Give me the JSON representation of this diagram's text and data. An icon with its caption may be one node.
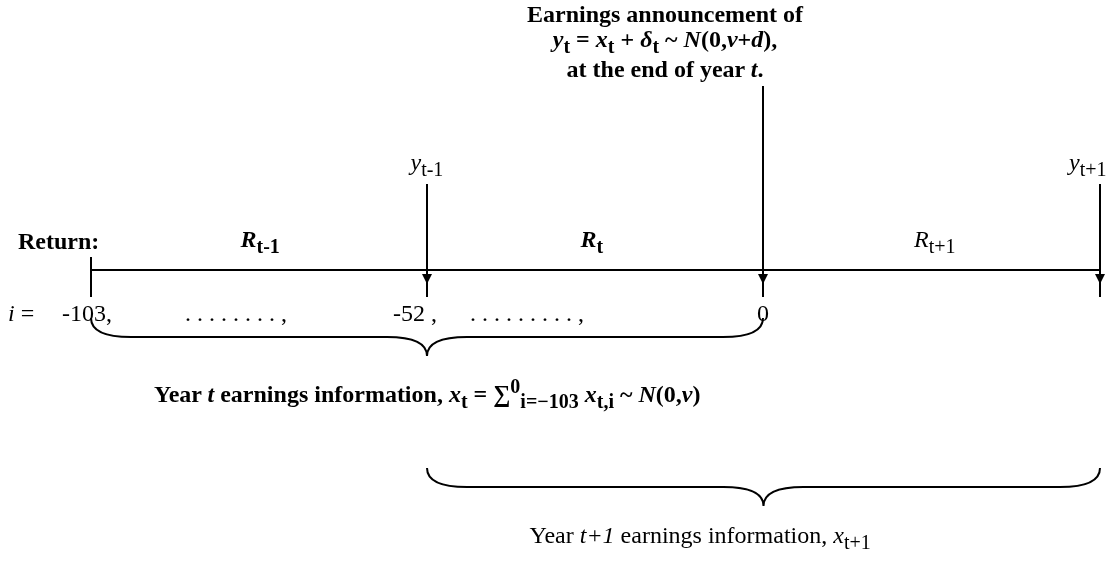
{
  "diagram": {
    "nodes": [
      {
        "text": [
          "*y*$_{t-1}$"
        ]
      },
      {
        "text": [
          "Earnings announcement of",
          "*y*$_{t}$  = *x*$_{t}$ + *δ*$_{t}$ ~ *N*(0,*v*+*d*),",
          "at the end of year *t*."
        ]
      },
      {
        "text": [
          "*y*$_{t+1}$"
        ]
      }
    ],
    "edges": [
      {
        "from": 0,
        "to": null,
        "arrow": "to"
      },
      {
        "from": 1,
        "to": null,
        "arrow": "to"
      },
      {
        "from": 2,
        "to": null,
        "arrow": "to"
      }
    ],
    "labels": [
      "Return:",
      "*R*$_{t-1}$",
      "*R*$_{t}$",
      "*R*$_{t+1}$",
      "*i* =",
      "-103,",
      ". . . . . . . . ,",
      "-52 ,",
      ". . . . . . . . . ,",
      "0",
      "Year *t* earnings information, *x*$_{t}$ = ∑$^{0}$$_{i=−103}$ *x*$_{t,i}$ ~ *N*(0,*v*)",
      "Year *t+1* earnings information, *x*$_{t+1}$"
    ]
  }
}
